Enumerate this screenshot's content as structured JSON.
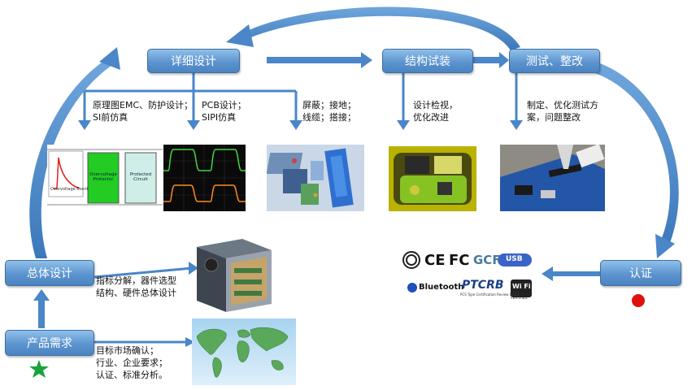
{
  "boxes": {
    "detail_design": "详细设计",
    "structure_trial": "结构试装",
    "test_rectify": "测试、整改",
    "overall_design": "总体设计",
    "product_demand": "产品需求",
    "certification": "认证"
  },
  "notes": {
    "schematic": "原理图EMC、防护设计；\nSI前仿真",
    "pcb": "PCB设计；\nSIPI仿真",
    "shield": "屏蔽；接地；\n线缆；搭接；",
    "design_review": "设计检视，\n优化改进",
    "test_plan": "制定、优化测试方\n案，问题整改",
    "overall": "指标分解，器件选型\n结构、硬件总体设计",
    "market": "目标市场确认；\n行业、企业要求；\n认证、标准分析。"
  },
  "circuit": {
    "event": "Overvoltage Event",
    "protector": "Overvoltage\nProtector",
    "protected": "Protected\nCircuit"
  },
  "logos": {
    "ce": "CE",
    "fc": "FC",
    "gcf": "GCF",
    "usb": "USB",
    "bluetooth": "Bluetooth",
    "ptcrb": "PTCRB",
    "ptcrb_sub": "PCS Type Certification Review Board",
    "wifi": "Wi Fi",
    "wifi_sub": "CERTIFIED"
  },
  "colors": {
    "arrow": "#4a86c8",
    "box_top": "#8fc0ea",
    "box_bottom": "#4a84c2",
    "start_star": "#1aa33a",
    "end_dot": "#e01010"
  }
}
